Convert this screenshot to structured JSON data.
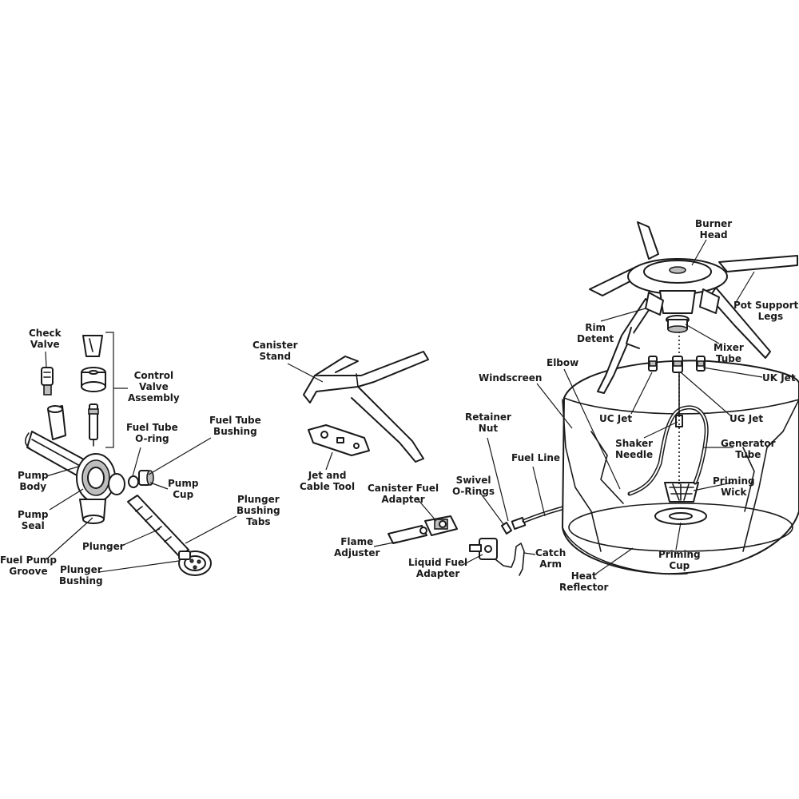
{
  "labels": {
    "check_valve": [
      "Check",
      "Valve"
    ],
    "control_valve_assembly": [
      "Control",
      "Valve",
      "Assembly"
    ],
    "fuel_tube_oring": [
      "Fuel Tube",
      "O-ring"
    ],
    "fuel_tube_bushing": [
      "Fuel Tube",
      "Bushing"
    ],
    "pump_body": [
      "Pump",
      "Body"
    ],
    "pump_cup": [
      "Pump",
      "Cup"
    ],
    "pump_seal": [
      "Pump",
      "Seal"
    ],
    "plunger_bushing_tabs": [
      "Plunger",
      "Bushing",
      "Tabs"
    ],
    "plunger": [
      "Plunger"
    ],
    "fuel_pump_groove": [
      "Fuel Pump",
      "Groove"
    ],
    "plunger_bushing": [
      "Plunger",
      "Bushing"
    ],
    "canister_stand": [
      "Canister",
      "Stand"
    ],
    "jet_and_cable_tool": [
      "Jet and",
      "Cable Tool"
    ],
    "canister_fuel_adapter": [
      "Canister Fuel",
      "Adapter"
    ],
    "flame_adjuster": [
      "Flame",
      "Adjuster"
    ],
    "liquid_fuel_adapter": [
      "Liquid Fuel",
      "Adapter"
    ],
    "swivel_orings": [
      "Swivel",
      "O-Rings"
    ],
    "retainer_nut": [
      "Retainer",
      "Nut"
    ],
    "fuel_line": [
      "Fuel Line"
    ],
    "catch_arm": [
      "Catch",
      "Arm"
    ],
    "windscreen": [
      "Windscreen"
    ],
    "elbow": [
      "Elbow"
    ],
    "burner_head": [
      "Burner",
      "Head"
    ],
    "pot_supports_legs": [
      "Pot Supports/",
      "Legs"
    ],
    "rim_detent": [
      "Rim",
      "Detent"
    ],
    "mixer_tube": [
      "Mixer",
      "Tube"
    ],
    "uk_jet": [
      "UK Jet"
    ],
    "uc_jet": [
      "UC Jet"
    ],
    "ug_jet": [
      "UG Jet"
    ],
    "shaker_needle": [
      "Shaker",
      "Needle"
    ],
    "generator_tube": [
      "Generator",
      "Tube"
    ],
    "priming_wick": [
      "Priming",
      "Wick"
    ],
    "priming_cup": [
      "Priming",
      "Cup"
    ],
    "heat_reflector": [
      "Heat",
      "Reflector"
    ]
  },
  "colors": {
    "line": "#1a1a1a",
    "shade": "#bdbdbd",
    "background": "#ffffff"
  }
}
